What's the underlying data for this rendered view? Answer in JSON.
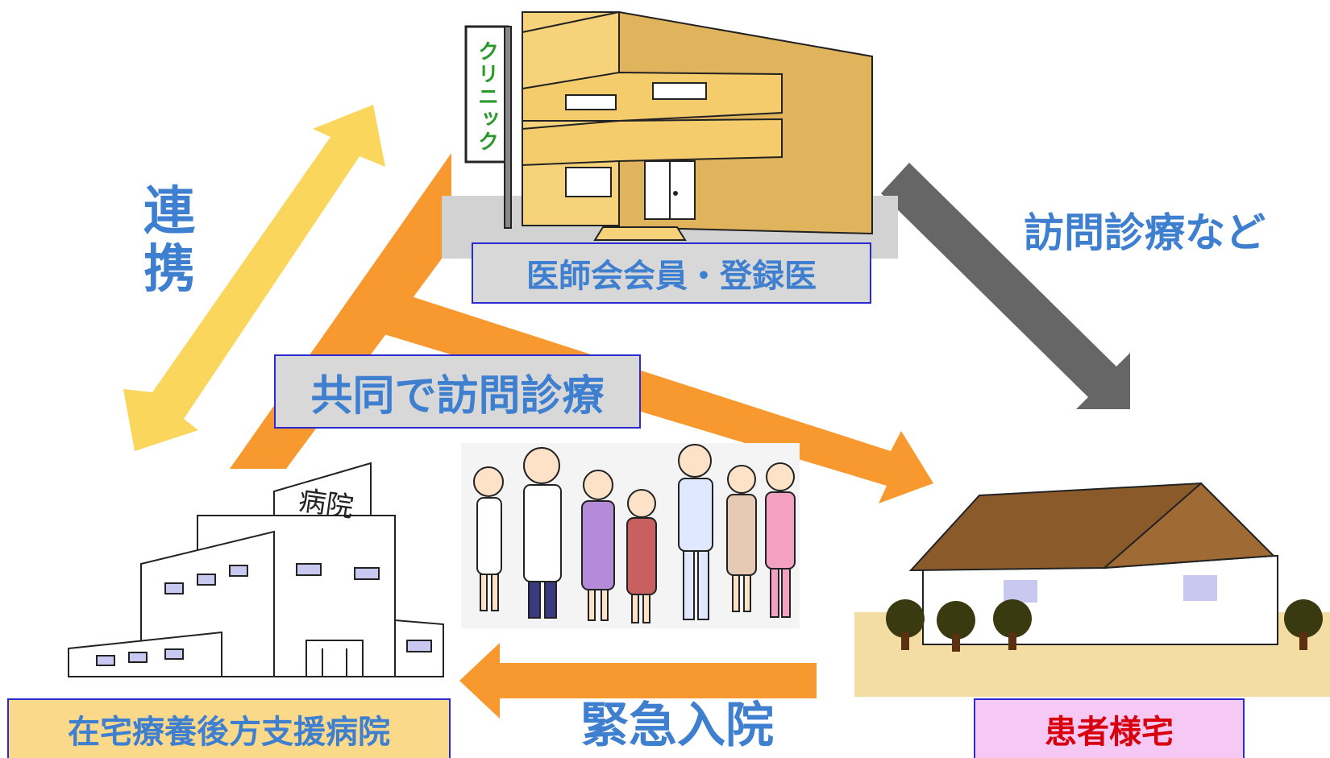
{
  "labels": {
    "clinic_caption": "医師会会員・登録医",
    "clinic_sign": "クリニック",
    "hospital_sign": "病院",
    "hospital_caption": "在宅療養後方支援病院",
    "home_caption": "患者様宅",
    "renkei_1": "連",
    "renkei_2": "携",
    "joint_visit": "共同で訪問診療",
    "visit_etc": "訪問診療など",
    "emergency": "緊急入院"
  },
  "colors": {
    "label_blue": "#3f7fd0",
    "arrow_yellow": "#fbd65c",
    "arrow_orange": "#f7992f",
    "arrow_gray": "#666666",
    "box_border": "#2a2ad0",
    "clinic_wall": "#f6d27a",
    "roof_brown": "#8b5a2b",
    "hospital_caption_bg": "#fad98a",
    "home_caption_bg": "#f6c8f4",
    "home_caption_text": "#d8000c"
  }
}
